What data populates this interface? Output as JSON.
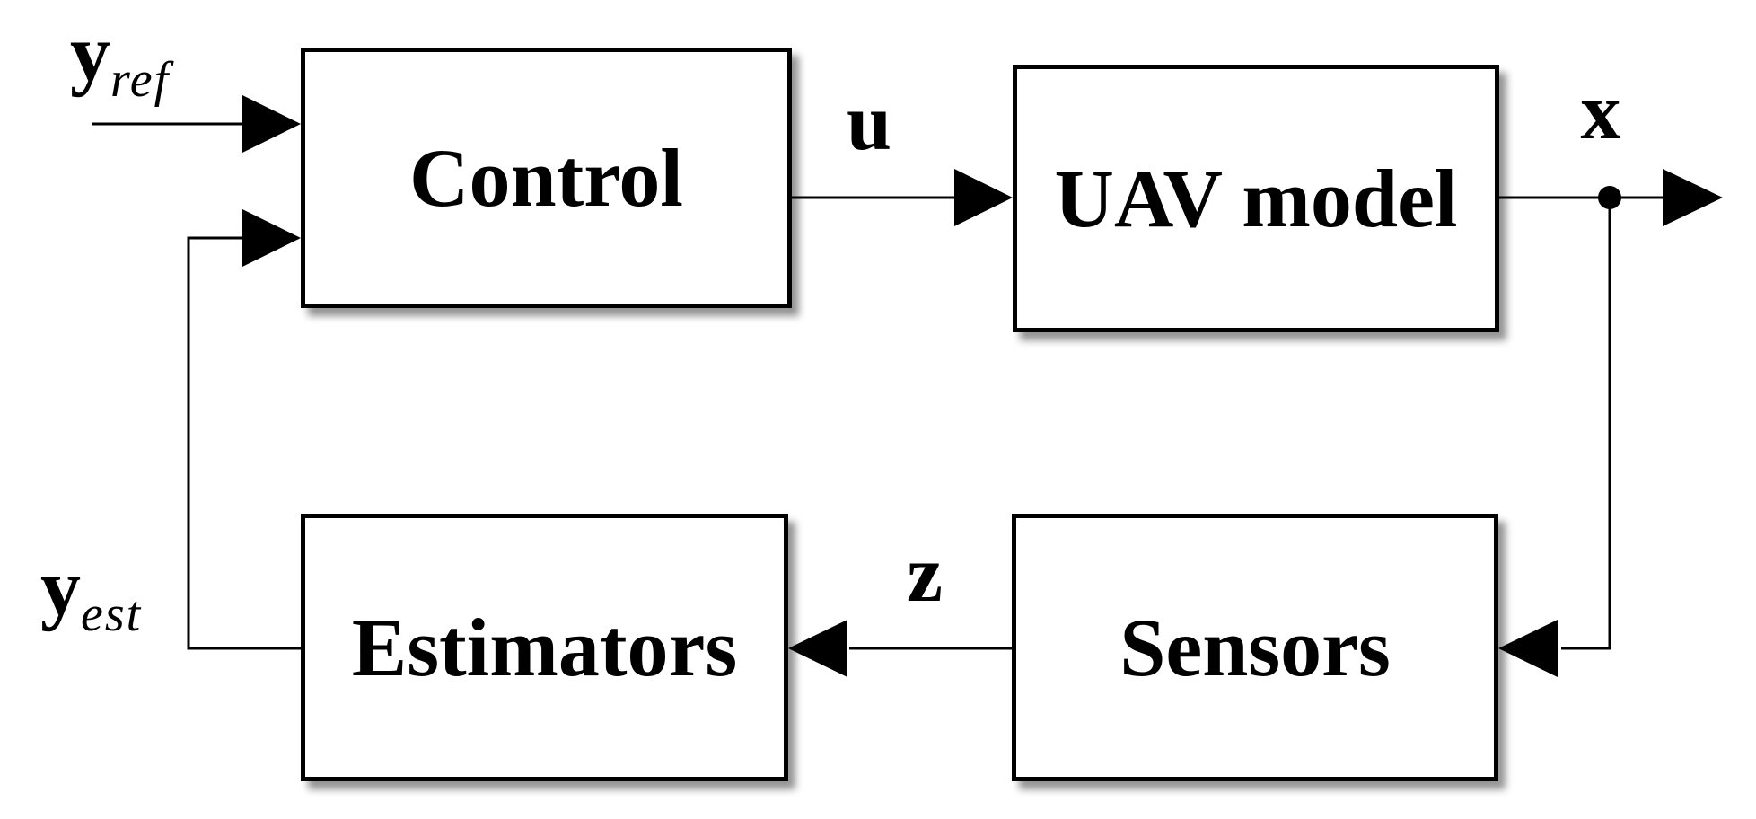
{
  "diagram": {
    "blocks": {
      "control": {
        "label": "Control"
      },
      "uav_model": {
        "label": "UAV model"
      },
      "estimators": {
        "label": "Estimators"
      },
      "sensors": {
        "label": "Sensors"
      }
    },
    "signals": {
      "y_ref": {
        "base": "y",
        "subscript": "ref"
      },
      "y_est": {
        "base": "y",
        "subscript": "est"
      },
      "u": {
        "label": "u"
      },
      "x": {
        "label": "x"
      },
      "z": {
        "label": "z"
      }
    },
    "colors": {
      "line": "#000000",
      "block_border": "#000000",
      "block_fill": "#ffffff",
      "background": "#ffffff",
      "shadow": "#a0a0a0"
    }
  }
}
